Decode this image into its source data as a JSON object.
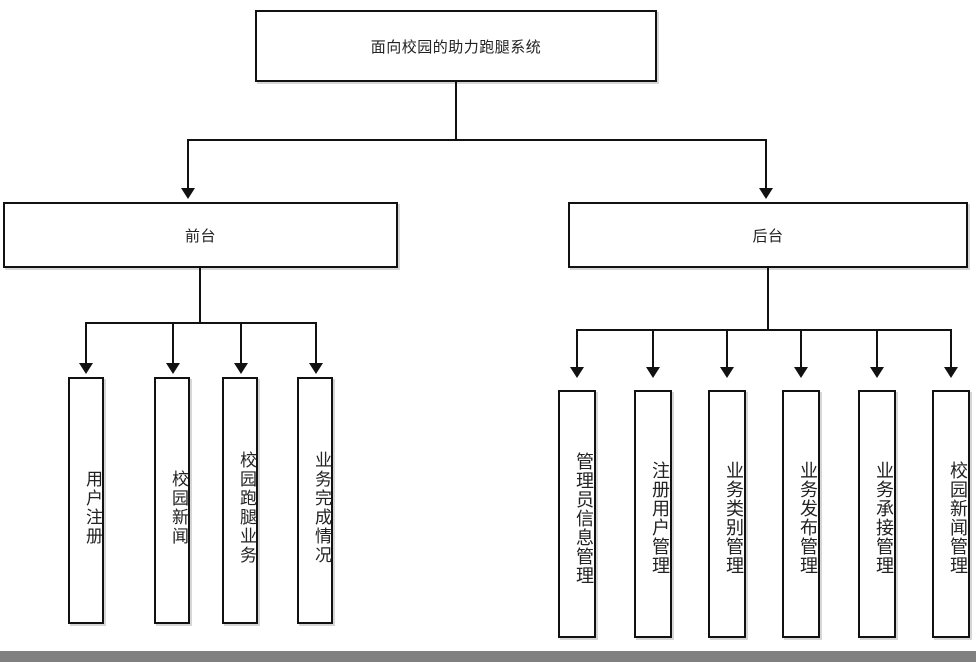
{
  "diagram": {
    "title": "面向校园的助力跑腿系统",
    "root": {
      "label": "面向校园的助力跑腿系统"
    },
    "branches": [
      {
        "label": "前台",
        "children": [
          {
            "label": "用户注册"
          },
          {
            "label": "校园新闻"
          },
          {
            "label": "校园跑腿业务"
          },
          {
            "label": "业务完成情况"
          }
        ]
      },
      {
        "label": "后台",
        "children": [
          {
            "label": "管理员信息管理"
          },
          {
            "label": "注册用户管理"
          },
          {
            "label": "业务类别管理"
          },
          {
            "label": "业务发布管理"
          },
          {
            "label": "业务承接管理"
          },
          {
            "label": "校园新闻管理"
          }
        ]
      }
    ]
  },
  "colors": {
    "border": "#111111",
    "text": "#222222",
    "background": "#ffffff",
    "footer_bar": "#808080"
  }
}
